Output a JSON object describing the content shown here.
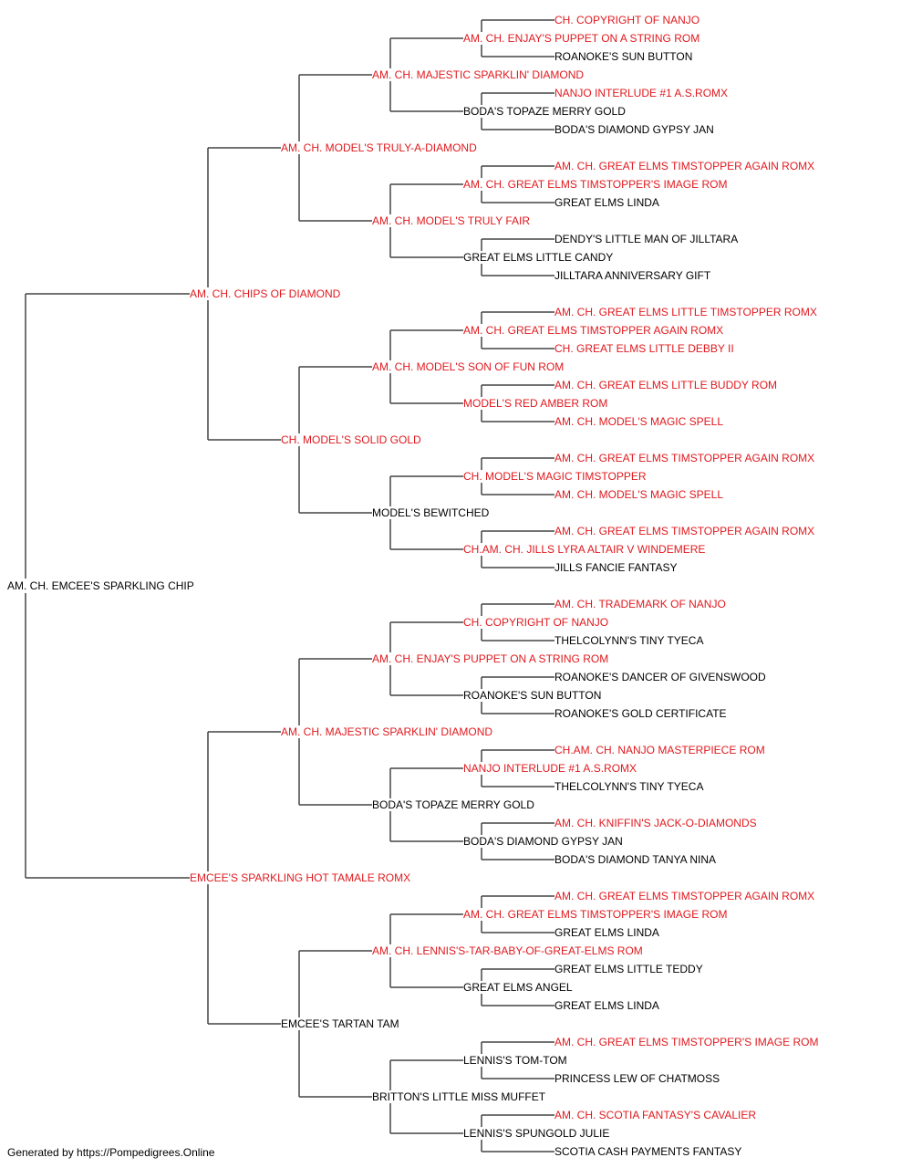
{
  "colors": {
    "titled": "#e0191e",
    "plain": "#000000",
    "line": "#444444"
  },
  "pedigree": {
    "name": "AM. CH. EMCEE'S SPARKLING CHIP",
    "titled": false,
    "sire": {
      "name": "AM. CH. CHIPS OF DIAMOND",
      "titled": true,
      "sire": {
        "name": "AM. CH. MODEL'S TRULY-A-DIAMOND",
        "titled": true,
        "sire": {
          "name": "AM. CH. MAJESTIC SPARKLIN' DIAMOND",
          "titled": true,
          "sire": {
            "name": "AM. CH. ENJAY'S PUPPET ON A STRING ROM",
            "titled": true,
            "sire": {
              "name": "CH. COPYRIGHT OF NANJO",
              "titled": true
            },
            "dam": {
              "name": "ROANOKE'S SUN BUTTON",
              "titled": false
            }
          },
          "dam": {
            "name": "BODA'S TOPAZE MERRY GOLD",
            "titled": false,
            "sire": {
              "name": "NANJO INTERLUDE #1 A.S.ROMX",
              "titled": true
            },
            "dam": {
              "name": "BODA'S DIAMOND GYPSY JAN",
              "titled": false
            }
          }
        },
        "dam": {
          "name": "AM. CH. MODEL'S TRULY FAIR",
          "titled": true,
          "sire": {
            "name": "AM. CH. GREAT ELMS TIMSTOPPER'S IMAGE ROM",
            "titled": true,
            "sire": {
              "name": "AM. CH. GREAT ELMS TIMSTOPPER AGAIN ROMX",
              "titled": true
            },
            "dam": {
              "name": "GREAT ELMS LINDA",
              "titled": false
            }
          },
          "dam": {
            "name": "GREAT ELMS LITTLE CANDY",
            "titled": false,
            "sire": {
              "name": "DENDY'S LITTLE MAN OF JILLTARA",
              "titled": false
            },
            "dam": {
              "name": "JILLTARA ANNIVERSARY GIFT",
              "titled": false
            }
          }
        }
      },
      "dam": {
        "name": "CH. MODEL'S SOLID GOLD",
        "titled": true,
        "sire": {
          "name": "AM. CH. MODEL'S SON OF FUN ROM",
          "titled": true,
          "sire": {
            "name": "AM. CH. GREAT ELMS TIMSTOPPER AGAIN ROMX",
            "titled": true,
            "sire": {
              "name": "AM. CH. GREAT ELMS LITTLE TIMSTOPPER ROMX",
              "titled": true
            },
            "dam": {
              "name": "CH. GREAT ELMS LITTLE DEBBY II",
              "titled": true
            }
          },
          "dam": {
            "name": "MODEL'S RED AMBER ROM",
            "titled": true,
            "sire": {
              "name": "AM. CH. GREAT ELMS LITTLE BUDDY ROM",
              "titled": true
            },
            "dam": {
              "name": "AM. CH. MODEL'S MAGIC SPELL",
              "titled": true
            }
          }
        },
        "dam": {
          "name": "MODEL'S BEWITCHED",
          "titled": false,
          "sire": {
            "name": "CH. MODEL'S MAGIC TIMSTOPPER",
            "titled": true,
            "sire": {
              "name": "AM. CH. GREAT ELMS TIMSTOPPER AGAIN ROMX",
              "titled": true
            },
            "dam": {
              "name": "AM. CH. MODEL'S MAGIC SPELL",
              "titled": true
            }
          },
          "dam": {
            "name": "CH.AM. CH. JILLS LYRA ALTAIR V WINDEMERE",
            "titled": true,
            "sire": {
              "name": "AM. CH. GREAT ELMS TIMSTOPPER AGAIN ROMX",
              "titled": true
            },
            "dam": {
              "name": "JILLS FANCIE FANTASY",
              "titled": false
            }
          }
        }
      }
    },
    "dam": {
      "name": "EMCEE'S SPARKLING HOT TAMALE ROMX",
      "titled": true,
      "sire": {
        "name": "AM. CH. MAJESTIC SPARKLIN' DIAMOND",
        "titled": true,
        "sire": {
          "name": "AM. CH. ENJAY'S PUPPET ON A STRING ROM",
          "titled": true,
          "sire": {
            "name": "CH. COPYRIGHT OF NANJO",
            "titled": true,
            "sire": {
              "name": "AM. CH. TRADEMARK OF NANJO",
              "titled": true
            },
            "dam": {
              "name": "THELCOLYNN'S TINY TYECA",
              "titled": false
            }
          },
          "dam": {
            "name": "ROANOKE'S SUN BUTTON",
            "titled": false,
            "sire": {
              "name": "ROANOKE'S DANCER OF GIVENSWOOD",
              "titled": false
            },
            "dam": {
              "name": "ROANOKE'S GOLD CERTIFICATE",
              "titled": false
            }
          }
        },
        "dam": {
          "name": "BODA'S TOPAZE MERRY GOLD",
          "titled": false,
          "sire": {
            "name": "NANJO INTERLUDE #1 A.S.ROMX",
            "titled": true,
            "sire": {
              "name": "CH.AM. CH. NANJO MASTERPIECE ROM",
              "titled": true
            },
            "dam": {
              "name": "THELCOLYNN'S TINY TYECA",
              "titled": false
            }
          },
          "dam": {
            "name": "BODA'S DIAMOND GYPSY JAN",
            "titled": false,
            "sire": {
              "name": "AM. CH. KNIFFIN'S JACK-O-DIAMONDS",
              "titled": true
            },
            "dam": {
              "name": "BODA'S DIAMOND TANYA NINA",
              "titled": false
            }
          }
        }
      },
      "dam": {
        "name": "EMCEE'S TARTAN TAM",
        "titled": false,
        "sire": {
          "name": "AM. CH. LENNIS'S-TAR-BABY-OF-GREAT-ELMS ROM",
          "titled": true,
          "sire": {
            "name": "AM. CH. GREAT ELMS TIMSTOPPER'S IMAGE ROM",
            "titled": true,
            "sire": {
              "name": "AM. CH. GREAT ELMS TIMSTOPPER AGAIN ROMX",
              "titled": true
            },
            "dam": {
              "name": "GREAT ELMS LINDA",
              "titled": false
            }
          },
          "dam": {
            "name": "GREAT ELMS ANGEL",
            "titled": false,
            "sire": {
              "name": "GREAT ELMS LITTLE TEDDY",
              "titled": false
            },
            "dam": {
              "name": "GREAT ELMS LINDA",
              "titled": false
            }
          }
        },
        "dam": {
          "name": "BRITTON'S LITTLE MISS MUFFET",
          "titled": false,
          "sire": {
            "name": "LENNIS'S TOM-TOM",
            "titled": false,
            "sire": {
              "name": "AM. CH. GREAT ELMS TIMSTOPPER'S IMAGE ROM",
              "titled": true
            },
            "dam": {
              "name": "PRINCESS LEW OF CHATMOSS",
              "titled": false
            }
          },
          "dam": {
            "name": "LENNIS'S SPUNGOLD JULIE",
            "titled": false,
            "sire": {
              "name": "AM. CH. SCOTIA FANTASY'S CAVALIER",
              "titled": true
            },
            "dam": {
              "name": "SCOTIA CASH PAYMENTS FANTASY",
              "titled": false
            }
          }
        }
      }
    }
  },
  "footer": "Generated by https://Pompedigrees.Online"
}
